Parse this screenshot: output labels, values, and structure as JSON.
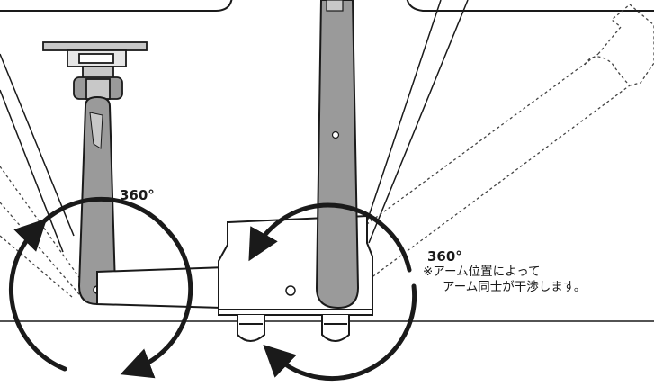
{
  "rotation_labels": {
    "left": "360°",
    "right": "360°"
  },
  "note": {
    "line1": "※アーム位置によって",
    "line2": "アーム同士が干渉します。"
  },
  "colors": {
    "stroke": "#1a1a1a",
    "arm_fill": "#9a9a9a",
    "arm_light": "#c8c8c8",
    "dashed": "#444444"
  }
}
